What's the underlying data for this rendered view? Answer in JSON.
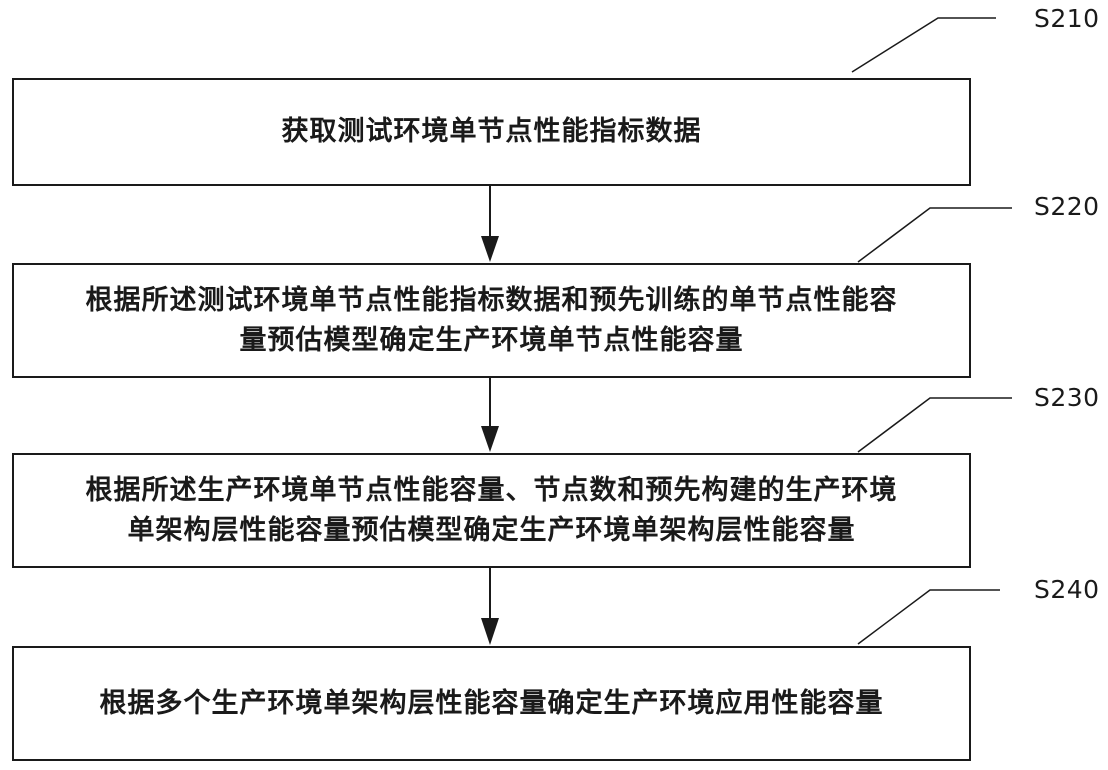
{
  "steps": [
    {
      "id": "S210",
      "text": "获取测试环境单节点性能指标数据"
    },
    {
      "id": "S220",
      "text": "根据所述测试环境单节点性能指标数据和预先训练的单节点性能容\n量预估模型确定生产环境单节点性能容量"
    },
    {
      "id": "S230",
      "text": "根据所述生产环境单节点性能容量、节点数和预先构建的生产环境\n单架构层性能容量预估模型确定生产环境单架构层性能容量"
    },
    {
      "id": "S240",
      "text": "根据多个生产环境单架构层性能容量确定生产环境应用性能容量"
    }
  ]
}
